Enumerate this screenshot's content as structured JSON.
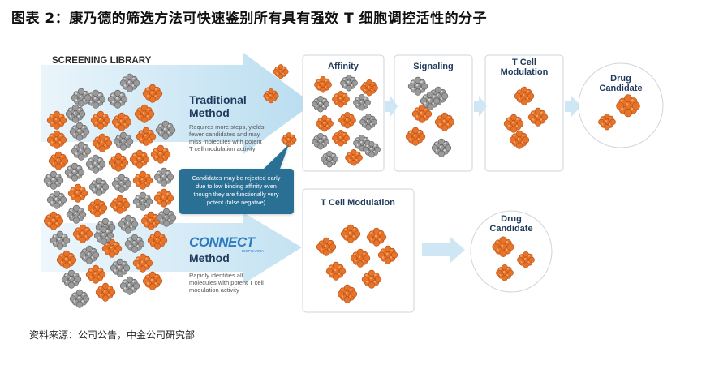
{
  "figure_title": "图表 2：康乃德的筛选方法可快速鉴别所有具有强效 T 细胞调控活性的分子",
  "source": "资料来源：公司公告，中金公司研究部",
  "library_label": "SCREENING LIBRARY",
  "traditional": {
    "heading_line1": "Traditional",
    "heading_line2": "Method",
    "desc_lines": [
      "Requires more steps, yields",
      "fewer candidates and may",
      "miss molecules with potent",
      "T cell modulation activity"
    ],
    "steps": [
      "Affinity",
      "Signaling",
      "T Cell\nModulation"
    ],
    "candidate_label": "Drug\nCandidate"
  },
  "callout_lines": [
    "Candidates may be rejected early",
    "due to low binding affinity even",
    "though they are functionally very",
    "potent (false negative)"
  ],
  "connect": {
    "logo": "CONNECT",
    "logo_sub": "BIOPHARMA",
    "heading": "Method",
    "desc_lines": [
      "Rapidly identifies all",
      "molecules with potent T cell",
      "modulation activity"
    ],
    "step": "T Cell Modulation",
    "candidate_label": "Drug\nCandidate"
  },
  "colors": {
    "orange": "#e8742a",
    "grey": "#8f8f8f",
    "navy": "#1f3a5a",
    "teal": "#2c6f94",
    "arrow": "#cfe7f4"
  }
}
